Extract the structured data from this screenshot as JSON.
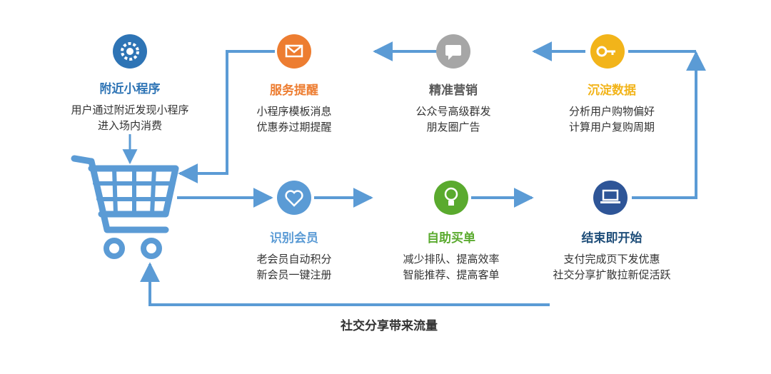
{
  "colors": {
    "line": "#5b9bd5",
    "blue": "#2e74b5",
    "orange": "#ed7d31",
    "gray": "#7f7f7f",
    "yellow": "#f2b41a",
    "green": "#5aaa2e",
    "navy": "#1f4e79"
  },
  "entry": {
    "title": "附近小程序",
    "line1": "用户通过附近发现小程序",
    "line2": "进入场内消费",
    "icon": "gear-icon"
  },
  "top": [
    {
      "title": "沉淀数据",
      "line1": "分析用户购物偏好",
      "line2": "计算用户复购周期",
      "icon": "key-icon"
    },
    {
      "title": "精准营销",
      "line1": "公众号高级群发",
      "line2": "朋友圈广告",
      "icon": "chat-icon"
    },
    {
      "title": "服务提醒",
      "line1": "小程序模板消息",
      "line2": "优惠券过期提醒",
      "icon": "mail-icon"
    }
  ],
  "bottom": [
    {
      "title": "识别会员",
      "line1": "老会员自动积分",
      "line2": "新会员一键注册",
      "icon": "heart-icon"
    },
    {
      "title": "自助买单",
      "line1": "减少排队、提高效率",
      "line2": "智能推荐、提高客单",
      "icon": "lightbulb-icon"
    },
    {
      "title": "结束即开始",
      "line1": "支付完成页下发优惠",
      "line2": "社交分享扩散拉新促活跃",
      "icon": "laptop-icon"
    }
  ],
  "footer": "社交分享带来流量"
}
